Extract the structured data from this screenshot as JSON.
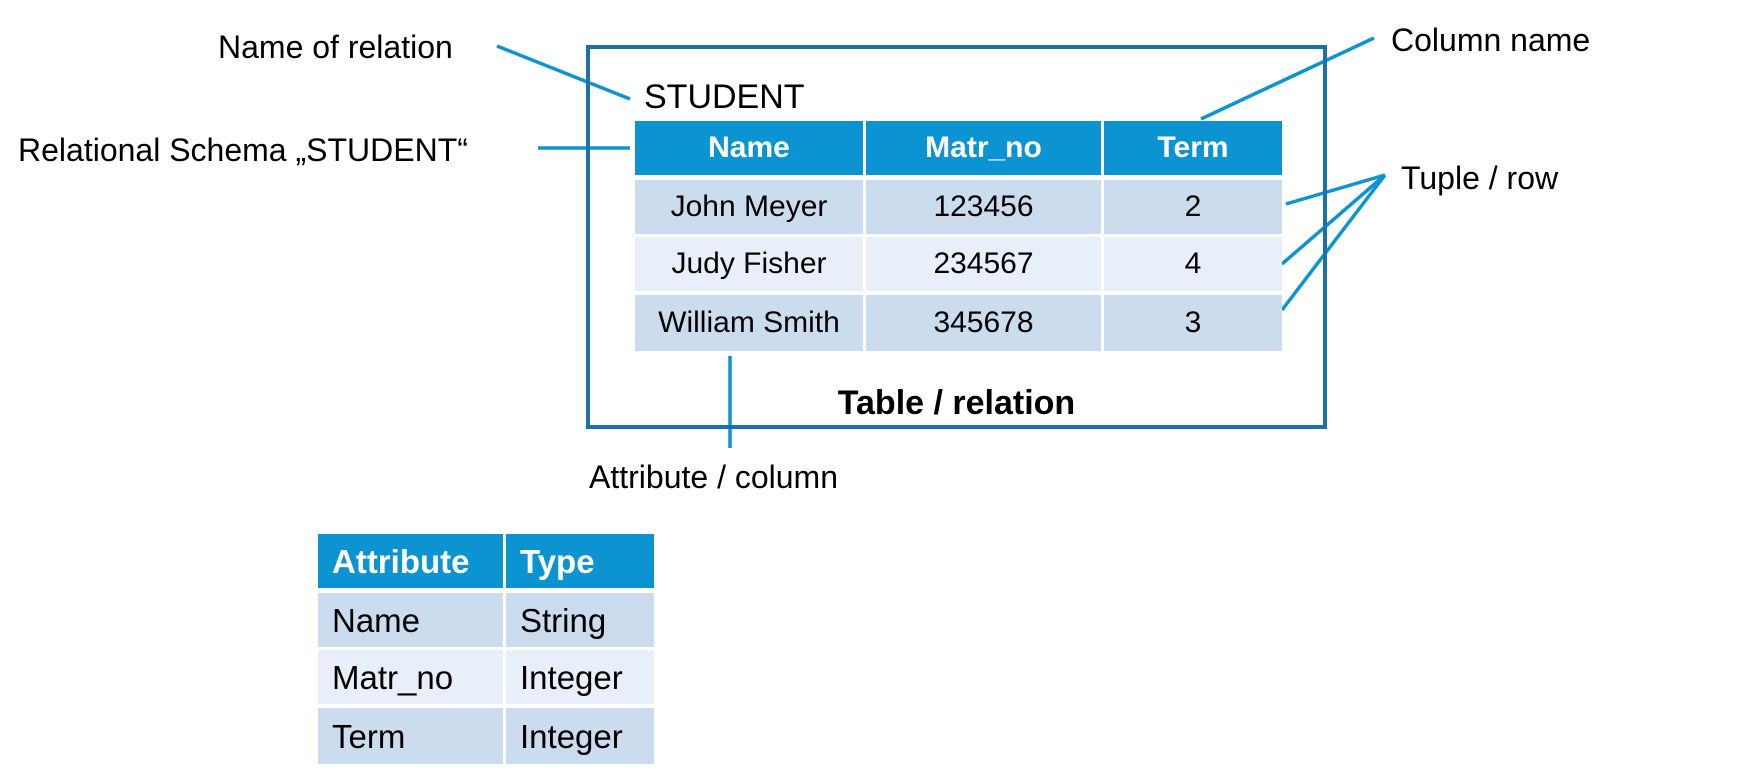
{
  "relation_name": "STUDENT",
  "annotations": {
    "name_of_relation": "Name of relation",
    "relational_schema": "Relational Schema „STUDENT“",
    "column_name": "Column name",
    "tuple_row": "Tuple / row",
    "attribute_column": "Attribute / column",
    "table_relation": "Table / relation"
  },
  "student_table": {
    "columns": [
      "Name",
      "Matr_no",
      "Term"
    ],
    "rows": [
      [
        "John Meyer",
        "123456",
        "2"
      ],
      [
        "Judy Fisher",
        "234567",
        "4"
      ],
      [
        "William Smith",
        "345678",
        "3"
      ]
    ]
  },
  "schema_table": {
    "columns": [
      "Attribute",
      "Type"
    ],
    "rows": [
      [
        "Name",
        "String"
      ],
      [
        "Matr_no",
        "Integer"
      ],
      [
        "Term",
        "Integer"
      ]
    ]
  },
  "colors": {
    "accent": "#0b93d2",
    "frame": "#1a72a8",
    "row_dark": "#ccdcef",
    "row_light": "#e8eff8"
  }
}
